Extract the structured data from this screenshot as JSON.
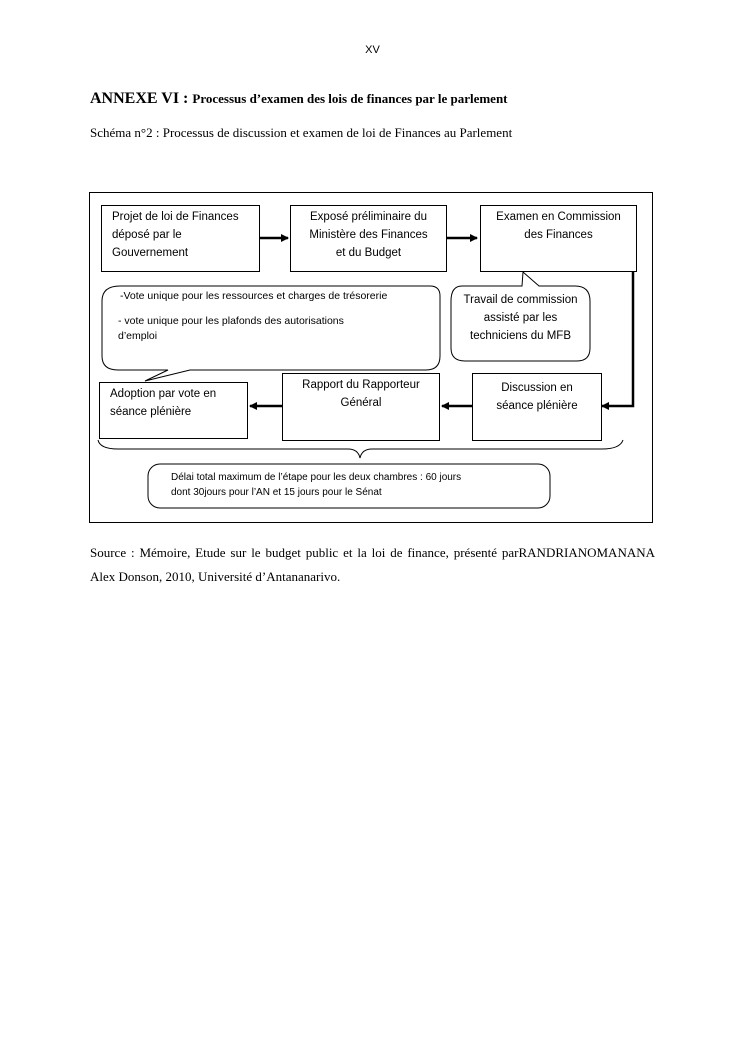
{
  "page_number": "XV",
  "annex": {
    "label": "ANNEXE VI :",
    "title": "Processus d’examen des lois de finances par le parlement"
  },
  "scheme_caption": "Schéma n°2 : Processus de discussion et examen de loi de Finances au Parlement",
  "diagram": {
    "boxes": {
      "projet": [
        "Projet de loi de Finances",
        "déposé par le",
        "Gouvernement"
      ],
      "expose": [
        "Exposé préliminaire du",
        "Ministère des Finances",
        "et du Budget"
      ],
      "examen": [
        "Examen en Commission",
        "des Finances"
      ],
      "adoption": [
        "Adoption par vote en",
        "séance plénière"
      ],
      "rapport": [
        "Rapport du Rapporteur",
        "Général"
      ],
      "discussion": [
        "Discussion en",
        "séance plénière"
      ]
    },
    "callout_vote": [
      "-Vote unique pour les ressources et charges de trésorerie",
      "- vote unique pour les plafonds des autorisations",
      "d’emploi"
    ],
    "callout_commission": [
      "Travail de commission",
      "assisté par les",
      "techniciens du MFB"
    ],
    "callout_delai": [
      "Délai total maximum de l’étape pour les deux chambres : 60 jours",
      "dont 30jours pour l’AN et 15 jours pour le Sénat"
    ]
  },
  "source_text": "Source : Mémoire, Etude sur le budget public et la loi de finance, présenté parRANDRIANOMANANA Alex Donson, 2010, Université d’Antananarivo."
}
